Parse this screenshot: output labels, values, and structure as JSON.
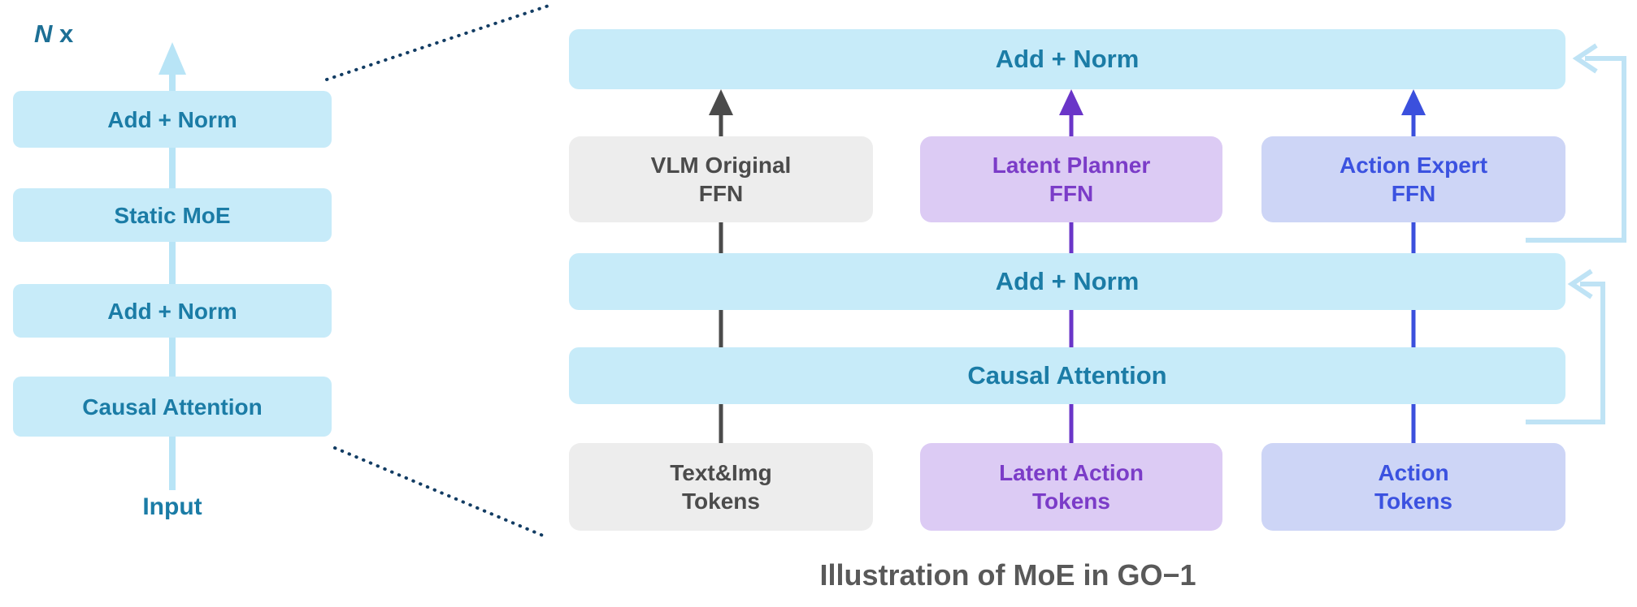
{
  "colors": {
    "light_blue_box": "#c7ebf9",
    "teal_text": "#1b7ca6",
    "gray_box": "#ededed",
    "gray_text": "#4b4b4b",
    "purple_box": "#dccbf4",
    "purple_text": "#7b3cc8",
    "blue_box": "#cdd5f6",
    "blue_text": "#3b52e0",
    "flow_arrow": "#b8e4f6",
    "residual_line": "#bfe3f5",
    "dotted_line": "#123c63"
  },
  "left_stack": {
    "repeat_n": "N",
    "repeat_x": " x",
    "blocks": [
      {
        "label": "Add + Norm"
      },
      {
        "label": "Static MoE"
      },
      {
        "label": "Add + Norm"
      },
      {
        "label": "Causal Attention"
      }
    ],
    "input_label": "Input"
  },
  "right_panel": {
    "top_add_norm": "Add + Norm",
    "mid_add_norm": "Add + Norm",
    "attention": "Causal Attention",
    "experts": [
      {
        "line1": "VLM Original",
        "line2": "FFN"
      },
      {
        "line1": "Latent Planner",
        "line2": "FFN"
      },
      {
        "line1": "Action Expert",
        "line2": "FFN"
      }
    ],
    "tokens": [
      {
        "line1": "Text&Img",
        "line2": "Tokens"
      },
      {
        "line1": "Latent Action",
        "line2": "Tokens"
      },
      {
        "line1": "Action",
        "line2": "Tokens"
      }
    ]
  },
  "caption": "Illustration of MoE in GO−1"
}
